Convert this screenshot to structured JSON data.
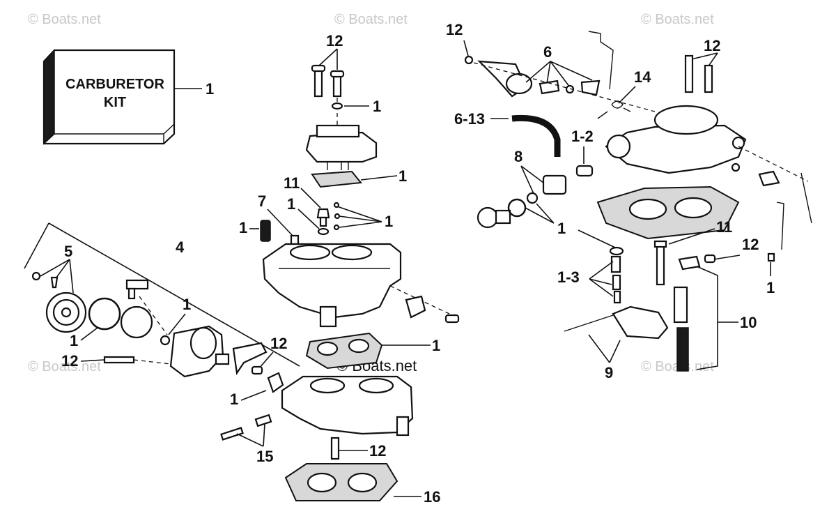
{
  "watermark": "© Boats.net",
  "kit_label": {
    "line1": "CARBURETOR",
    "line2": "KIT"
  },
  "callouts": {
    "c1": "1",
    "c1_2": "1-2",
    "c1_3": "1-3",
    "c4": "4",
    "c5": "5",
    "c6": "6",
    "c6_13": "6-13",
    "c7": "7",
    "c8": "8",
    "c9": "9",
    "c10": "10",
    "c11": "11",
    "c12": "12",
    "c14": "14",
    "c15": "15",
    "c16": "16"
  }
}
